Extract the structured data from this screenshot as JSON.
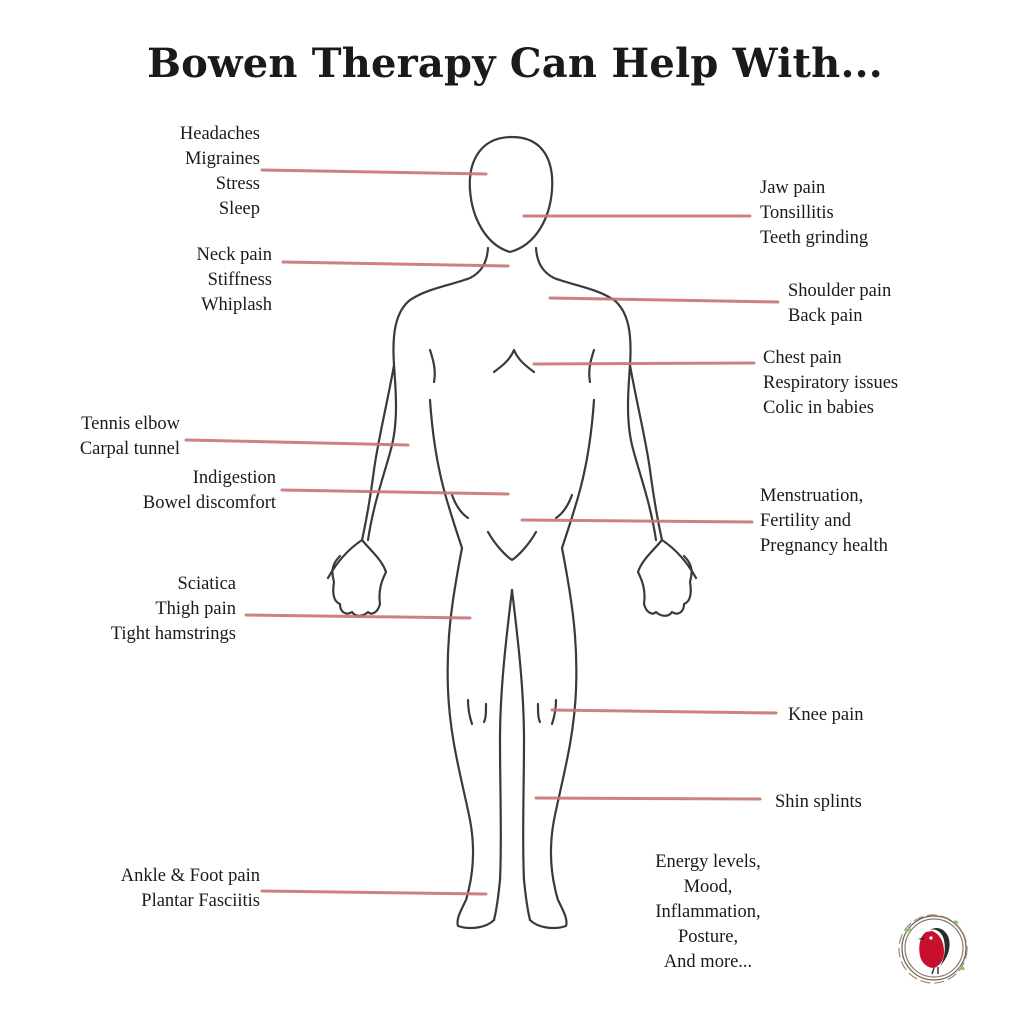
{
  "title": "Bowen Therapy Can Help With...",
  "accent_color": "#c87474",
  "outline_color": "#3a3a3a",
  "groups": [
    {
      "id": "head",
      "lines": [
        "Headaches",
        "Migraines",
        "Stress",
        "Sleep"
      ]
    },
    {
      "id": "jaw",
      "lines": [
        "Jaw pain",
        "Tonsillitis",
        "Teeth grinding"
      ]
    },
    {
      "id": "neck",
      "lines": [
        "Neck pain",
        "Stiffness",
        "Whiplash"
      ]
    },
    {
      "id": "shoulder",
      "lines": [
        "Shoulder pain",
        "Back pain"
      ]
    },
    {
      "id": "chest",
      "lines": [
        "Chest pain",
        "Respiratory issues",
        "Colic in babies"
      ]
    },
    {
      "id": "elbow",
      "lines": [
        "Tennis elbow",
        "Carpal tunnel"
      ]
    },
    {
      "id": "gut",
      "lines": [
        "Indigestion",
        "Bowel discomfort"
      ]
    },
    {
      "id": "pelvis",
      "lines": [
        "Menstruation,",
        "Fertility and",
        "Pregnancy health"
      ]
    },
    {
      "id": "thigh",
      "lines": [
        "Sciatica",
        "Thigh pain",
        "Tight hamstrings"
      ]
    },
    {
      "id": "knee",
      "lines": [
        "Knee pain"
      ]
    },
    {
      "id": "shin",
      "lines": [
        "Shin splints"
      ]
    },
    {
      "id": "ankle",
      "lines": [
        "Ankle & Foot pain",
        "Plantar Fasciitis"
      ]
    },
    {
      "id": "general",
      "lines": [
        "Energy levels,",
        "Mood,",
        "Inflammation,",
        "Posture,",
        "And more..."
      ]
    }
  ],
  "logo": {
    "icon": "robin-bird-wreath-icon"
  }
}
